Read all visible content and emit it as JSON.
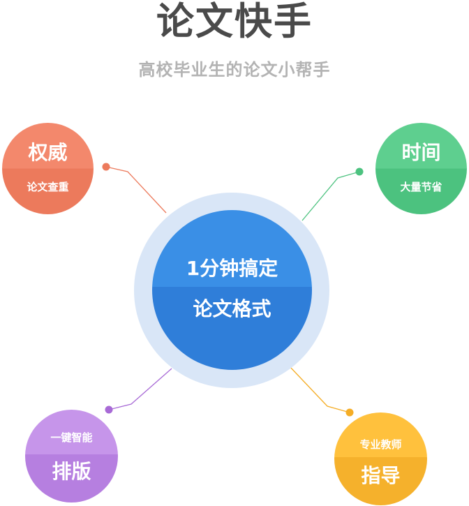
{
  "header": {
    "title": "论文快手",
    "subtitle": "高校毕业生的论文小帮手"
  },
  "center": {
    "line1": "1分钟搞定",
    "line2": "论文格式"
  },
  "features": {
    "top_left": {
      "title": "权威",
      "subtitle": "论文查重",
      "color": "#f3886c"
    },
    "top_right": {
      "title": "时间",
      "subtitle": "大量节省",
      "color": "#5ecf8f"
    },
    "bottom_left": {
      "title": "排版",
      "subtitle": "一键智能",
      "color": "#c695ea"
    },
    "bottom_right": {
      "title": "指导",
      "subtitle": "专业教师",
      "color": "#ffc13d"
    }
  },
  "colors": {
    "center": "#3a8fe6",
    "halo": "#d9e6f7",
    "title_text": "#4a4a4a",
    "subtitle_text": "#b3b3b3"
  }
}
